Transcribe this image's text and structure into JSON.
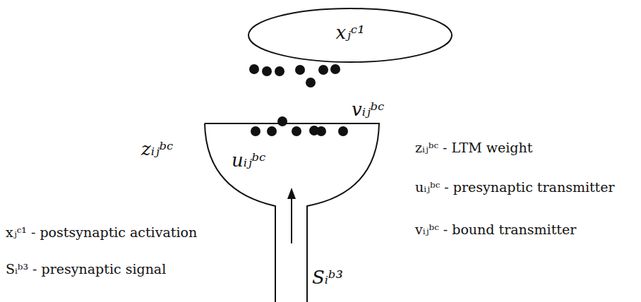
{
  "diagram": {
    "nodes": [
      {
        "text": [
          "xⱼᶜ¹"
        ]
      },
      {
        "text": [
          "zᵢⱼᵇᶜ",
          "uᵢⱼᵇᶜ"
        ]
      }
    ],
    "edges": [],
    "labels": [
      "vᵢⱼᵇᶜ",
      "Sᵢᵇ³",
      "xⱼᶜ¹ - postsynaptic activation",
      "Sᵢᵇ³ - presynaptic signal",
      "zᵢⱼᵇᶜ - LTM weight",
      "uᵢⱼᵇᶜ - presynaptic transmitter",
      "vᵢⱼᵇᶜ - bound transmitter"
    ]
  }
}
